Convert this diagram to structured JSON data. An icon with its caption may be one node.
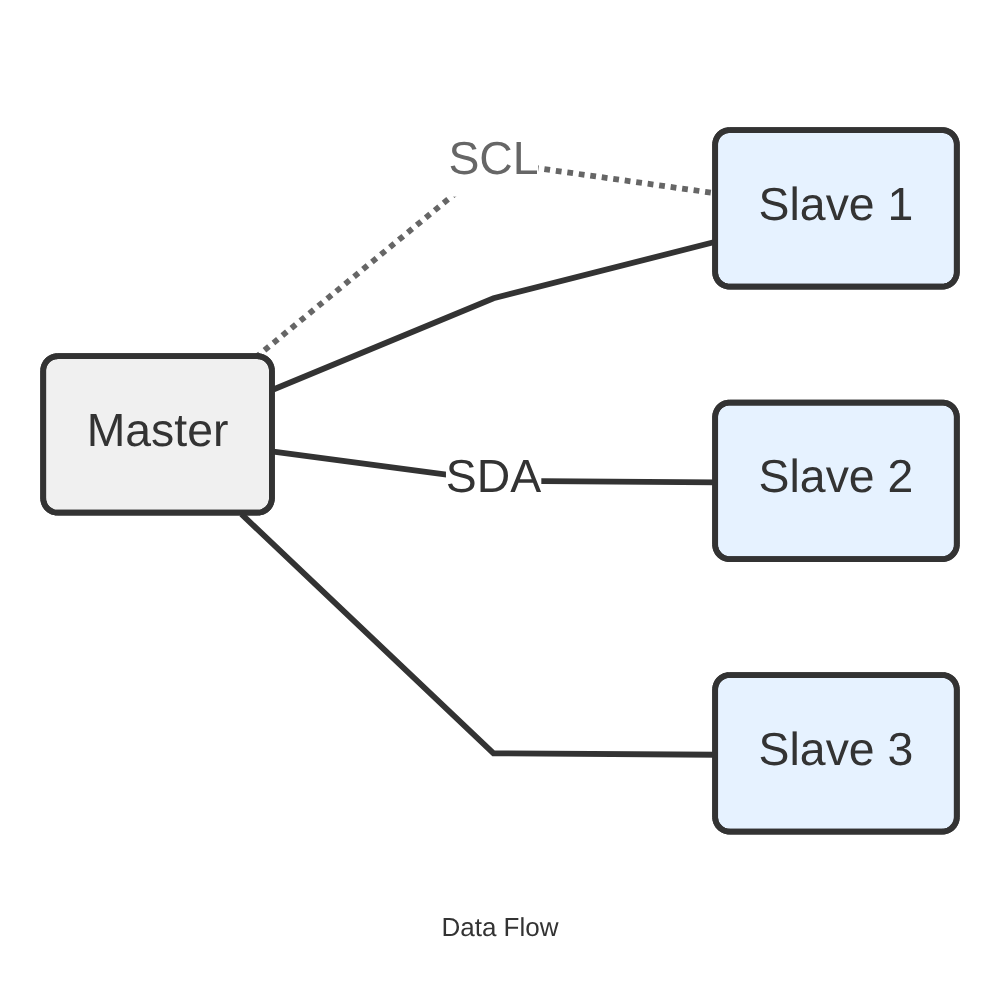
{
  "diagram": {
    "nodes": [
      {
        "text": [
          "Master"
        ]
      },
      {
        "text": [
          "Slave 1"
        ]
      },
      {
        "text": [
          "Slave 2"
        ]
      },
      {
        "text": [
          "Slave 3"
        ]
      }
    ],
    "edges": [
      {
        "from": 0,
        "to": 1,
        "arrow": "none",
        "label": "SCL",
        "style": "dashed",
        "color": "#666666"
      },
      {
        "from": 0,
        "to": 1,
        "arrow": "none"
      },
      {
        "from": 0,
        "to": 2,
        "arrow": "none",
        "label": "SDA"
      },
      {
        "from": 0,
        "to": 3,
        "arrow": "none"
      }
    ],
    "labels": [
      "Data Flow"
    ]
  }
}
